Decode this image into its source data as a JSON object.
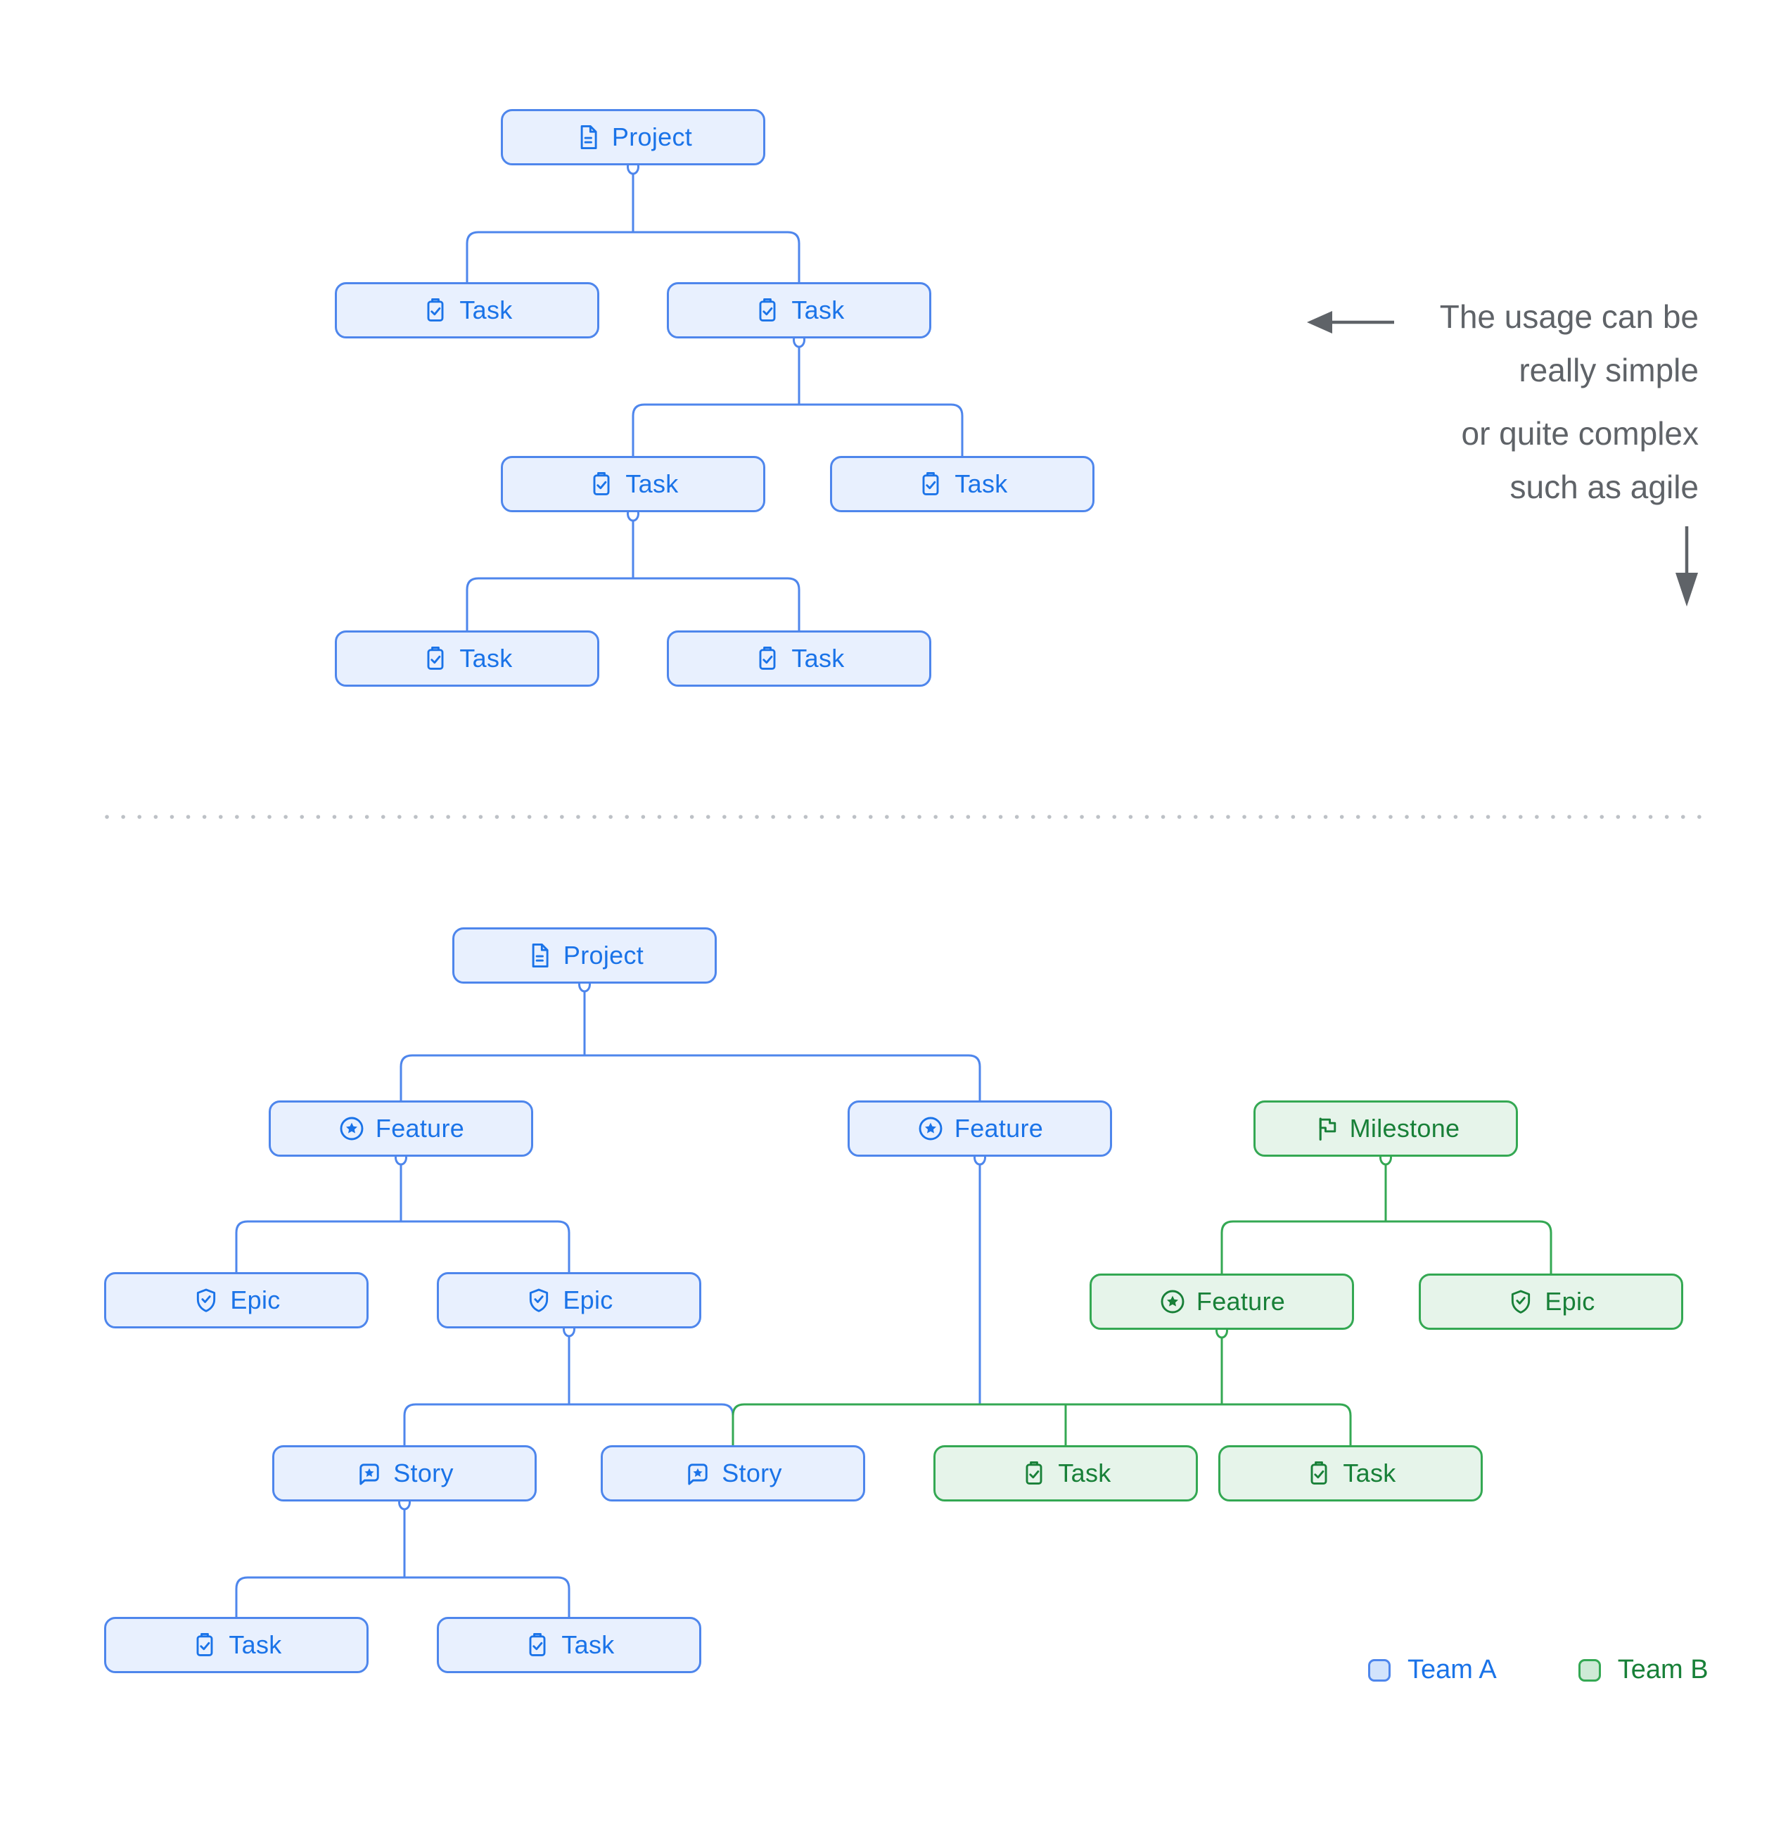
{
  "annotation": {
    "line1": "The usage can be",
    "line2": "really simple",
    "line3": "or quite complex",
    "line4": "such as agile"
  },
  "legend": {
    "team_a_label": "Team A",
    "team_b_label": "Team B"
  },
  "colors": {
    "team_a_border": "#4E86EC",
    "team_a_fill": "#E8F0FE",
    "team_a_text": "#1A73E8",
    "team_b_border": "#34A853",
    "team_b_fill": "#E6F4EA",
    "team_b_text": "#188038",
    "annotation_text": "#5F6368",
    "divider_dots": "#BDC1C6"
  },
  "diagram_simple": {
    "nodes": [
      {
        "label": "Project",
        "type": "project",
        "icon": "document-icon",
        "team": "A"
      },
      {
        "label": "Task",
        "type": "task",
        "icon": "task-icon",
        "team": "A"
      },
      {
        "label": "Task",
        "type": "task",
        "icon": "task-icon",
        "team": "A"
      },
      {
        "label": "Task",
        "type": "task",
        "icon": "task-icon",
        "team": "A"
      },
      {
        "label": "Task",
        "type": "task",
        "icon": "task-icon",
        "team": "A"
      },
      {
        "label": "Task",
        "type": "task",
        "icon": "task-icon",
        "team": "A"
      },
      {
        "label": "Task",
        "type": "task",
        "icon": "task-icon",
        "team": "A"
      }
    ]
  },
  "diagram_complex": {
    "nodes": [
      {
        "label": "Project",
        "type": "project",
        "icon": "document-icon",
        "team": "A"
      },
      {
        "label": "Feature",
        "type": "feature",
        "icon": "feature-icon",
        "team": "A"
      },
      {
        "label": "Feature",
        "type": "feature",
        "icon": "feature-icon",
        "team": "A"
      },
      {
        "label": "Milestone",
        "type": "milestone",
        "icon": "flag-icon",
        "team": "B"
      },
      {
        "label": "Epic",
        "type": "epic",
        "icon": "epic-icon",
        "team": "A"
      },
      {
        "label": "Epic",
        "type": "epic",
        "icon": "epic-icon",
        "team": "A"
      },
      {
        "label": "Feature",
        "type": "feature",
        "icon": "feature-icon",
        "team": "B"
      },
      {
        "label": "Epic",
        "type": "epic",
        "icon": "epic-icon",
        "team": "B"
      },
      {
        "label": "Story",
        "type": "story",
        "icon": "story-icon",
        "team": "A"
      },
      {
        "label": "Story",
        "type": "story",
        "icon": "story-icon",
        "team": "A"
      },
      {
        "label": "Task",
        "type": "task",
        "icon": "task-icon",
        "team": "B"
      },
      {
        "label": "Task",
        "type": "task",
        "icon": "task-icon",
        "team": "B"
      },
      {
        "label": "Task",
        "type": "task",
        "icon": "task-icon",
        "team": "A"
      },
      {
        "label": "Task",
        "type": "task",
        "icon": "task-icon",
        "team": "A"
      }
    ]
  }
}
